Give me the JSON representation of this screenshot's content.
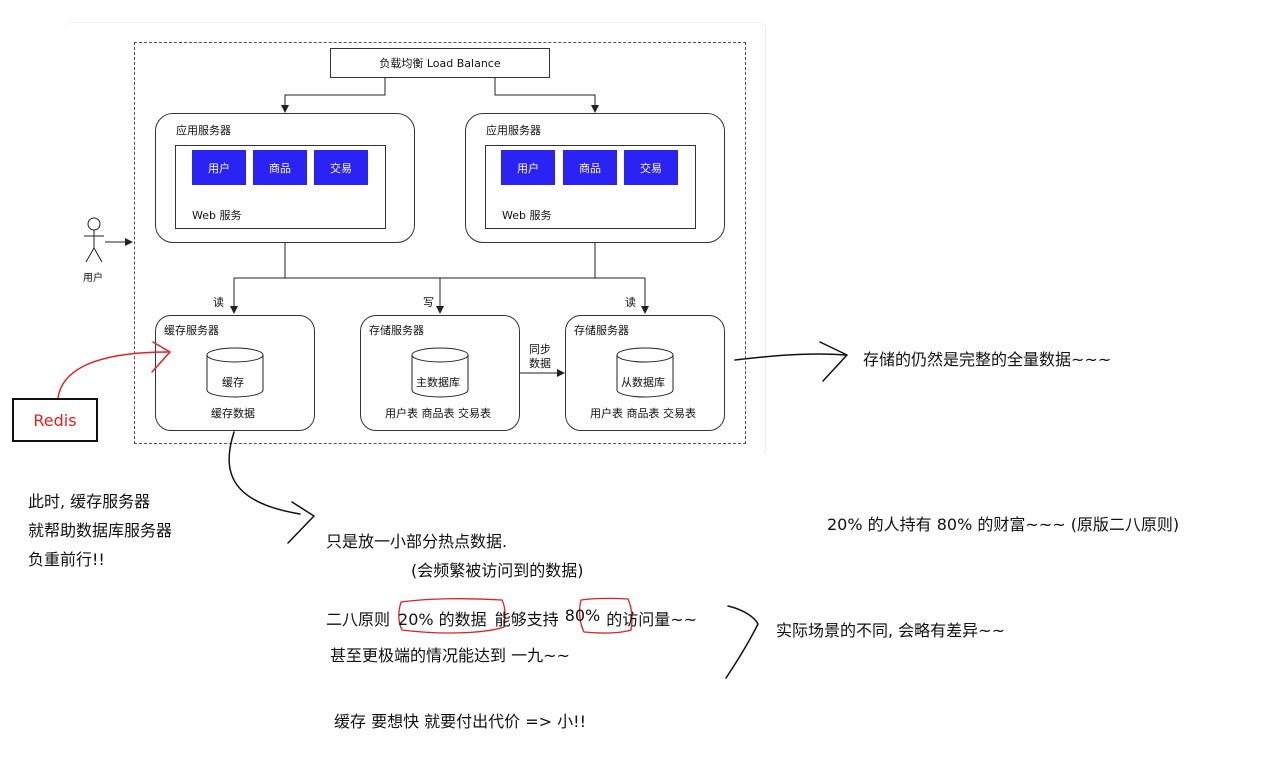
{
  "diagram": {
    "load_balancer": "负载均衡 Load Balance",
    "app_server_title": "应用服务器",
    "app_servers": [
      {
        "modules": [
          "用户",
          "商品",
          "交易"
        ],
        "web_label": "Web 服务"
      },
      {
        "modules": [
          "用户",
          "商品",
          "交易"
        ],
        "web_label": "Web 服务"
      }
    ],
    "user_label": "用户",
    "edge_labels": {
      "read_left": "读",
      "write": "写",
      "read_right": "读",
      "sync_line1": "同步",
      "sync_line2": "数据"
    },
    "cache_server": {
      "title": "缓存服务器",
      "db": "缓存",
      "sub": "缓存数据"
    },
    "master_server": {
      "title": "存储服务器",
      "db": "主数据库",
      "sub": "用户表 商品表 交易表"
    },
    "slave_server": {
      "title": "存储服务器",
      "db": "从数据库",
      "sub": "用户表 商品表 交易表"
    }
  },
  "notes": {
    "redis": "Redis",
    "full_data": "存储的仍然是完整的全量数据~~~",
    "cache_help": [
      "此时, 缓存服务器",
      "就帮助数据库服务器",
      "负重前行!!"
    ],
    "hot_data_line1": "只是放一小部分热点数据.",
    "hot_data_line2": "(会频繁被访问到的数据)",
    "pareto_wealth": "20% 的人持有 80% 的财富~~~ (原版二八原则)",
    "pareto_part1": "二八原则",
    "pareto_part2": "20% 的数据",
    "pareto_part3": "能够支持",
    "pareto_part4": "80%",
    "pareto_part5": "的访问量~~",
    "extreme": "甚至更极端的情况能达到 一九~~",
    "scenario": "实际场景的不同, 会略有差异~~",
    "cache_cost": "缓存 要想快 就要付出代价 => 小!!"
  },
  "colors": {
    "module_blue": "#2b22f4",
    "annotation_red": "#e02020"
  }
}
